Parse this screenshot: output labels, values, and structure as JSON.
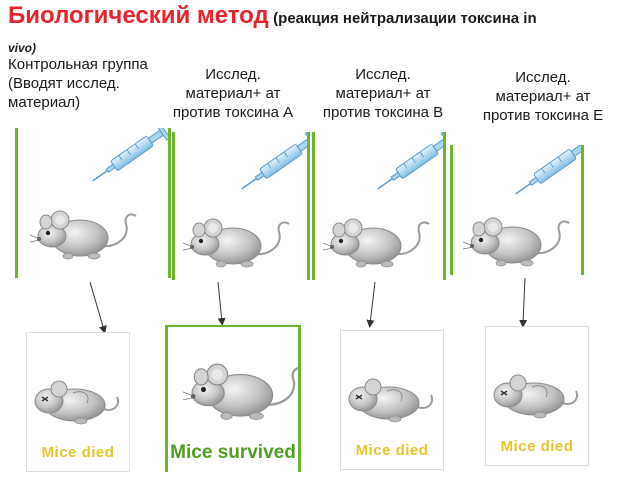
{
  "slide": {
    "title_main": "Биологический метод",
    "title_paren": "(реакция нейтрализации токсина in",
    "title_cont": "vivo)"
  },
  "columns": [
    {
      "label": "Контрольная группа (Вводят исслед. материал)",
      "result": "Mice died"
    },
    {
      "label": "Исслед. материал+ ат против токсина A",
      "result": "Mice survived"
    },
    {
      "label": "Исслед. материал+ ат против токсина B",
      "result": "Mice died"
    },
    {
      "label": "Исслед. материал+ ат против токсина E",
      "result": "Mice died"
    }
  ],
  "colors": {
    "title": "#e8232a",
    "panel_border": "#6cb52d",
    "died_text": "#e6c52b",
    "survived_text": "#4f9e21",
    "syringe": "#8fc7ea",
    "mouse": "#b9b9b9"
  },
  "icons": [
    "syringe-icon",
    "mouse-icon",
    "dead-mouse-icon",
    "arrow-icon"
  ]
}
